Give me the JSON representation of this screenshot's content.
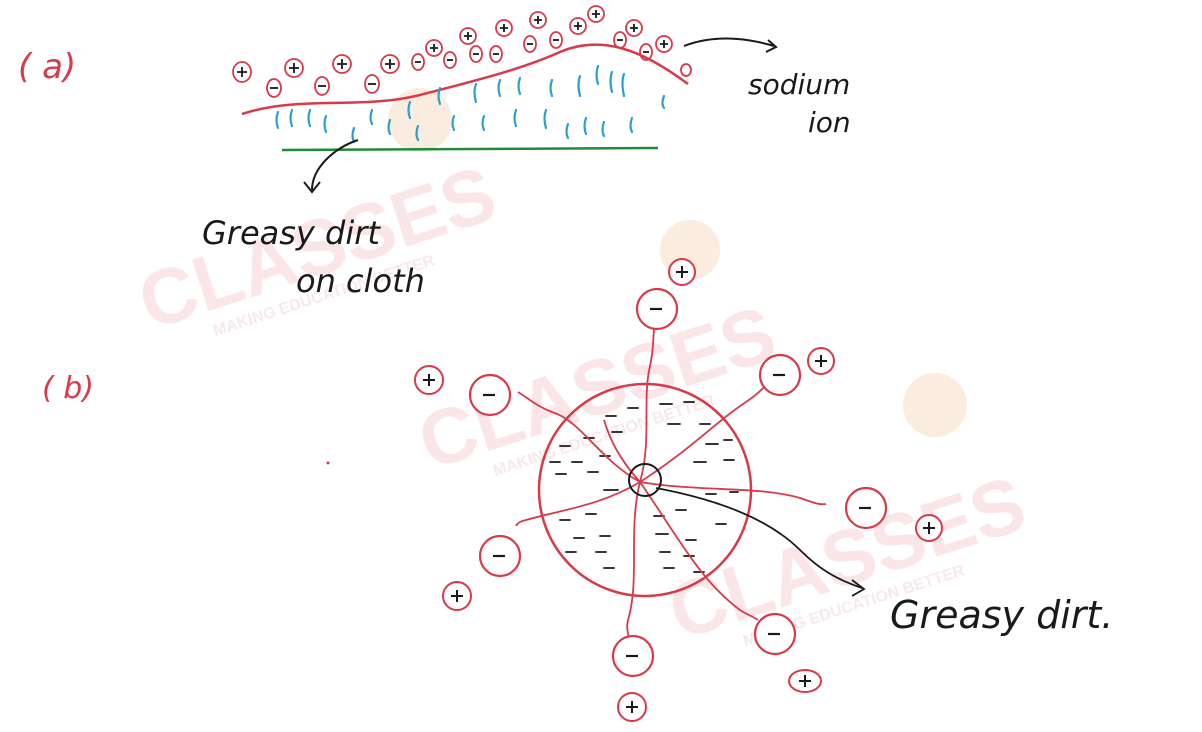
{
  "labels": {
    "part_a": "( a)",
    "part_b": "( b)",
    "sodium_ion_1": "sodium",
    "sodium_ion_2": "ion",
    "greasy_cloth_1": "Greasy dirt",
    "greasy_cloth_2": "on cloth",
    "greasy_dirt": "Greasy dirt."
  },
  "watermark": {
    "brand": "CLASSES",
    "tagline": "MAKING EDUCATION BETTER"
  },
  "colors": {
    "red": "#d83a4a",
    "blue": "#2a9fd0",
    "green": "#1f8a3a",
    "ink": "#1a1a1a",
    "watermark": "#f6cfd3"
  }
}
